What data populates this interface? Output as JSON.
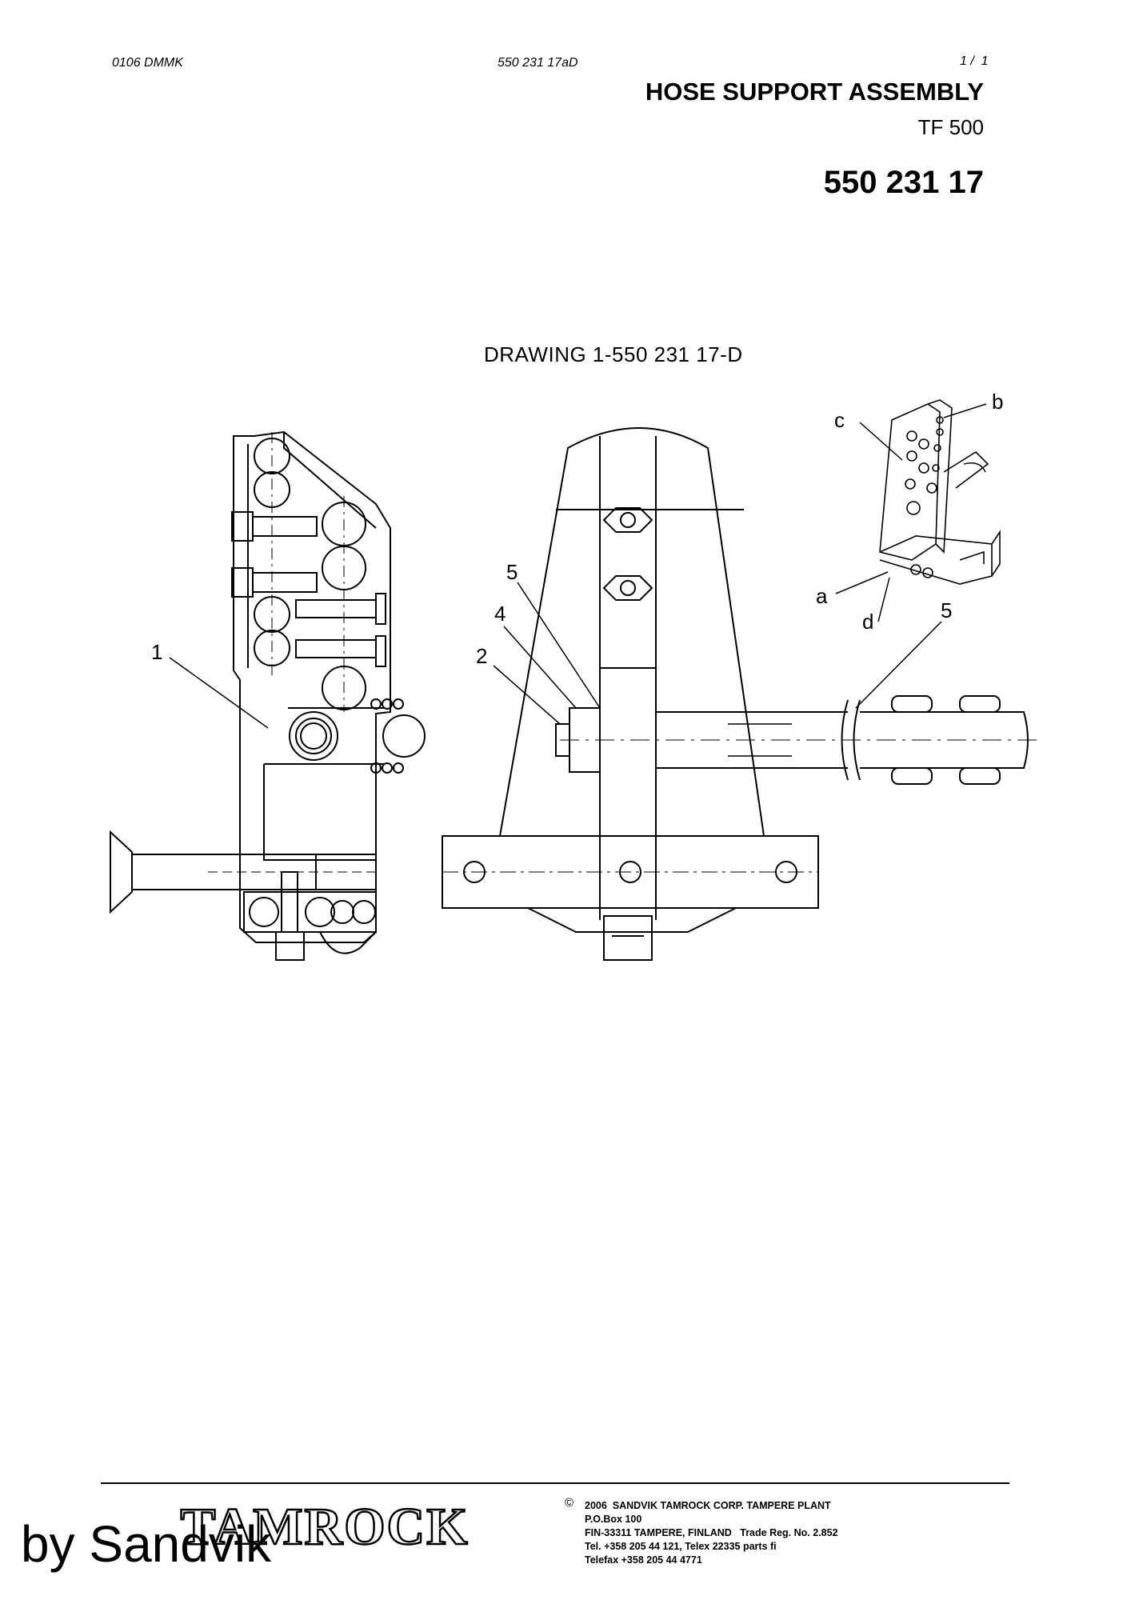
{
  "header": {
    "doc_code": "0106 DMMK",
    "revision_code": "550 231 17aD",
    "page": "1 /  1",
    "title": "HOSE SUPPORT ASSEMBLY",
    "model": "TF 500",
    "part_number": "550 231 17"
  },
  "drawing": {
    "title": "DRAWING 1-550 231 17-D",
    "callouts": {
      "c1": "1",
      "c2": "2",
      "c4": "4",
      "c5a": "5",
      "c5b": "5",
      "ca": "a",
      "cb": "b",
      "cc": "c",
      "cd": "d"
    }
  },
  "footer": {
    "logo_text": "TAMROCK",
    "copyright_symbol": "©",
    "company_line": "2006  SANDVIK TAMROCK CORP. TAMPERE PLANT",
    "pobox": "P.O.Box 100",
    "address": "FIN-33311 TAMPERE, FINLAND   Trade Reg. No. 2.852",
    "phone": "Tel. +358 205 44 121, Telex 22335 parts fi",
    "fax": "Telefax +358 205 44 4771"
  },
  "watermark": {
    "text": "by Sandvik"
  }
}
